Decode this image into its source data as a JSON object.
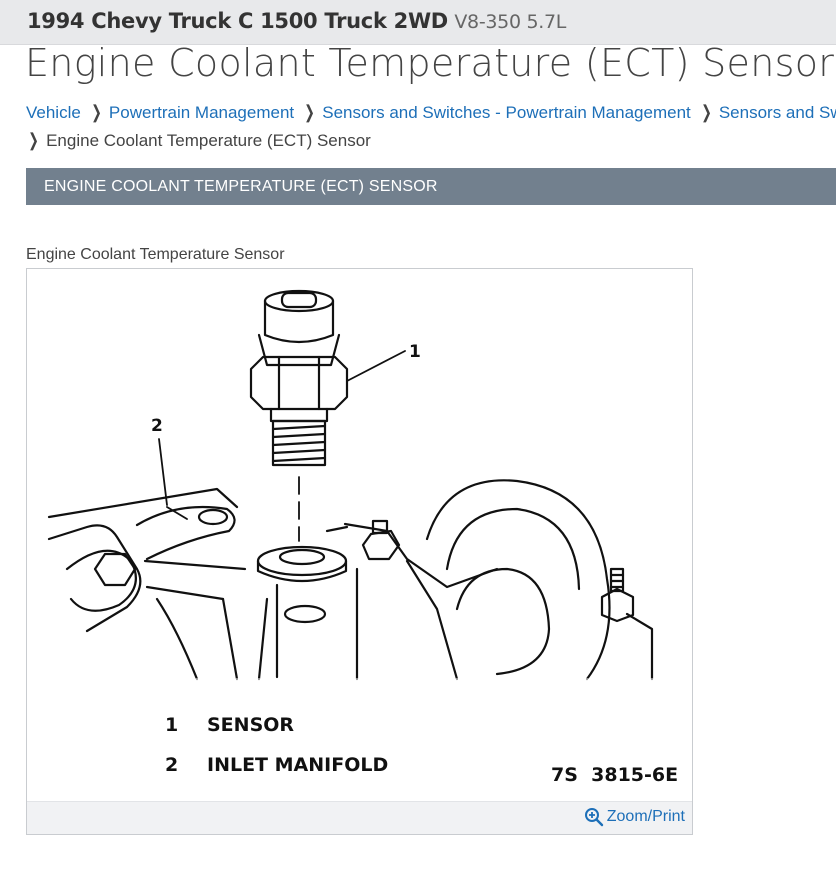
{
  "vehicle": {
    "model": "1994 Chevy Truck C 1500 Truck 2WD",
    "engine": "V8-350 5.7L"
  },
  "page_title": "Engine Coolant Temperature (ECT) Sensor",
  "breadcrumbs": {
    "links": [
      "Vehicle",
      "Powertrain Management",
      "Sensors and Switches - Powertrain Management",
      "Sensors and Switches - Powertrain Management"
    ],
    "current": "Engine Coolant Temperature (ECT) Sensor"
  },
  "section_header": "ENGINE COOLANT TEMPERATURE (ECT) SENSOR",
  "figure": {
    "caption": "Engine Coolant Temperature Sensor",
    "callout_1": "1",
    "callout_2": "2",
    "legend": [
      {
        "num": "1",
        "label": "SENSOR"
      },
      {
        "num": "2",
        "label": "INLET MANIFOLD"
      }
    ],
    "code": "7S  3815-6E",
    "zoom_label": "Zoom/Print"
  },
  "icons": {
    "zoom": "magnifier-plus-icon",
    "chevron": "chevron-right-icon"
  },
  "colors": {
    "link": "#1d6fb8",
    "header_bg": "#72808e",
    "topbar_bg": "#e8e9eb"
  }
}
